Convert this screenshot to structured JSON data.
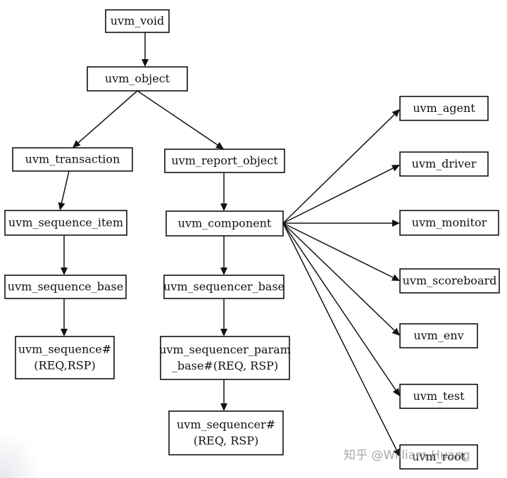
{
  "nodes": {
    "uvm_void": [
      "uvm_void"
    ],
    "uvm_object": [
      "uvm_object"
    ],
    "uvm_transaction": [
      "uvm_transaction"
    ],
    "uvm_report_object": [
      "uvm_report_object"
    ],
    "uvm_sequence_item": [
      "uvm_sequence_item"
    ],
    "uvm_component": [
      "uvm_component"
    ],
    "uvm_sequence_base": [
      "uvm_sequence_base"
    ],
    "uvm_sequencer_base": [
      "uvm_sequencer_base"
    ],
    "uvm_sequence": [
      "uvm_sequence#",
      "(REQ,RSP)"
    ],
    "uvm_sequencer_param_base": [
      "uvm_sequencer_param",
      "_base#(REQ, RSP)"
    ],
    "uvm_sequencer": [
      "uvm_sequencer#",
      "(REQ, RSP)"
    ],
    "uvm_agent": [
      "uvm_agent"
    ],
    "uvm_driver": [
      "uvm_driver"
    ],
    "uvm_monitor": [
      "uvm_monitor"
    ],
    "uvm_scoreboard": [
      "uvm_scoreboard"
    ],
    "uvm_env": [
      "uvm_env"
    ],
    "uvm_test": [
      "uvm_test"
    ],
    "uvm_root": [
      "uvm_root"
    ]
  },
  "edges": [
    [
      "uvm_void",
      "uvm_object"
    ],
    [
      "uvm_object",
      "uvm_transaction"
    ],
    [
      "uvm_object",
      "uvm_report_object"
    ],
    [
      "uvm_transaction",
      "uvm_sequence_item"
    ],
    [
      "uvm_sequence_item",
      "uvm_sequence_base"
    ],
    [
      "uvm_sequence_base",
      "uvm_sequence"
    ],
    [
      "uvm_report_object",
      "uvm_component"
    ],
    [
      "uvm_component",
      "uvm_sequencer_base"
    ],
    [
      "uvm_sequencer_base",
      "uvm_sequencer_param_base"
    ],
    [
      "uvm_sequencer_param_base",
      "uvm_sequencer"
    ],
    [
      "uvm_component",
      "uvm_agent"
    ],
    [
      "uvm_component",
      "uvm_driver"
    ],
    [
      "uvm_component",
      "uvm_monitor"
    ],
    [
      "uvm_component",
      "uvm_scoreboard"
    ],
    [
      "uvm_component",
      "uvm_env"
    ],
    [
      "uvm_component",
      "uvm_test"
    ],
    [
      "uvm_component",
      "uvm_root"
    ]
  ],
  "watermark": "知乎 @William Huang",
  "colors": {
    "stroke": "#111111",
    "background": "#ffffff",
    "watermark": "#8a8a8a"
  }
}
